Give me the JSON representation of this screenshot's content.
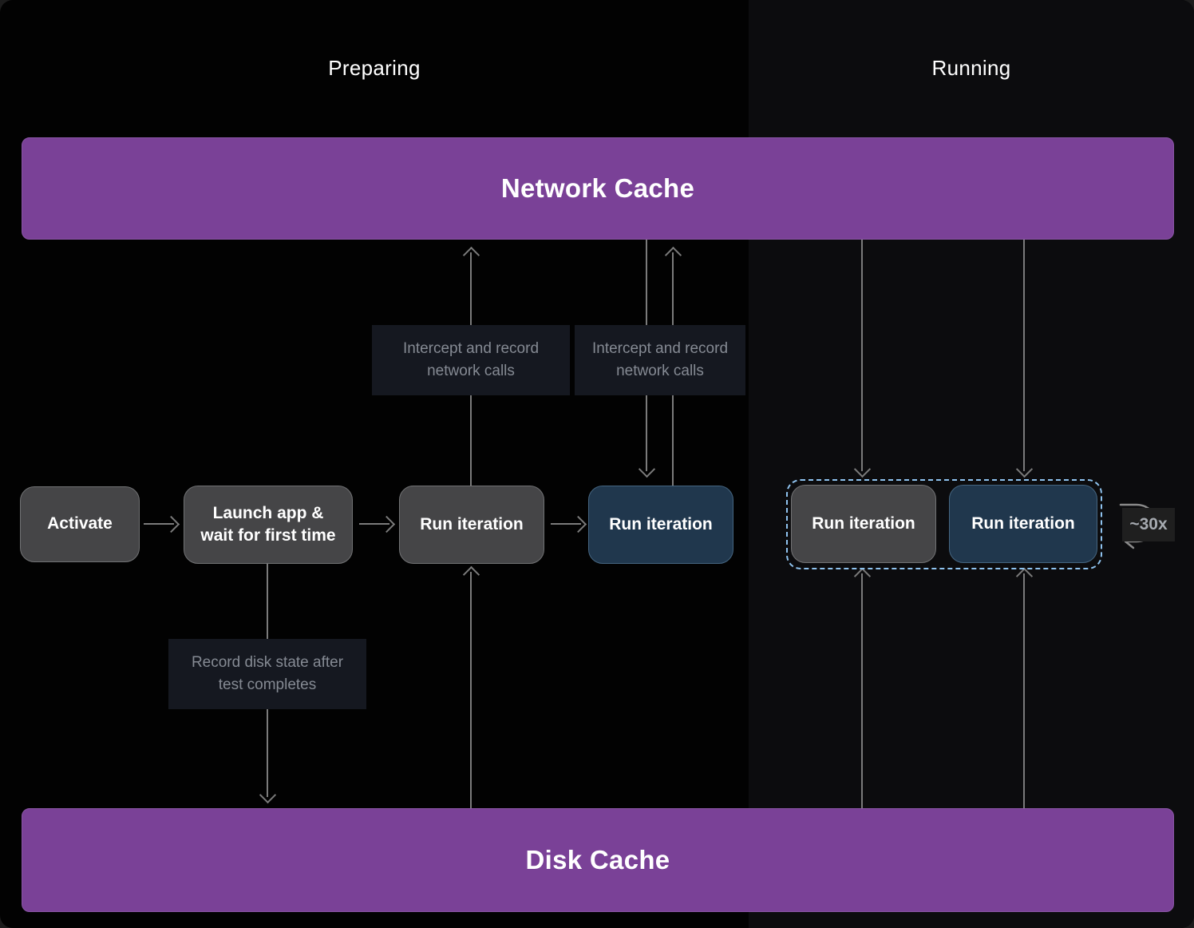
{
  "sections": {
    "preparing": "Preparing",
    "running": "Running"
  },
  "bars": {
    "network_cache": "Network Cache",
    "disk_cache": "Disk Cache"
  },
  "nodes": {
    "activate": "Activate",
    "launch_app": {
      "line1": "Launch app &",
      "line2": "wait for first time"
    },
    "run_iteration_prepare_cold": "Run iteration",
    "run_iteration_prepare_warm": "Run iteration",
    "run_iteration_running_cold": "Run iteration",
    "run_iteration_running_warm": "Run iteration"
  },
  "annotations": {
    "intercept_left": "Intercept and record network calls",
    "intercept_right": "Intercept and record network calls",
    "record_disk": "Record disk state after test completes",
    "loop_count": "~30x"
  },
  "colors": {
    "cache_bar": "#7a4197",
    "node_gray": "#454547",
    "node_blue": "#20374d",
    "dashed_border": "#8fc3ef",
    "arrow": "#7b7b7b",
    "chip_bg": "#151820",
    "chip_text": "#858a93",
    "running_panel_bg": "#0c0c0e"
  }
}
